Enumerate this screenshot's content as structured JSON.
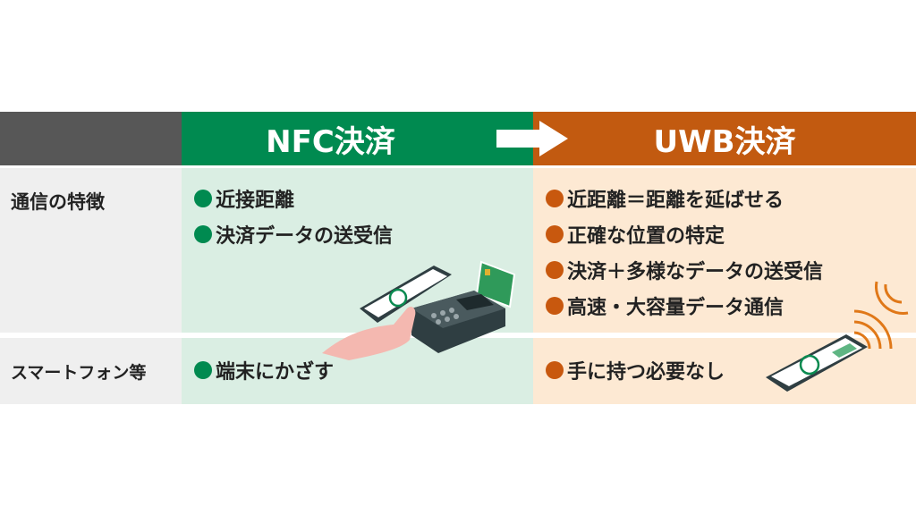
{
  "header": {
    "nfc": "NFC決済",
    "uwb": "UWB決済",
    "arrow_icon": "right-arrow"
  },
  "rows": [
    {
      "label": "通信の特徴",
      "nfc": [
        "近接距離",
        "決済データの送受信"
      ],
      "uwb": [
        "近距離＝距離を延ばせる",
        "正確な位置の特定",
        "決済＋多様なデータの送受信",
        "高速・大容量データ通信"
      ]
    },
    {
      "label": "スマートフォン等",
      "nfc": [
        "端末にかざす"
      ],
      "uwb": [
        "手に持つ必要なし"
      ]
    }
  ],
  "colors": {
    "green": "#008a50",
    "orange": "#c25a10",
    "gray": "#575757",
    "green_bg": "#daeee3",
    "orange_bg": "#fde9d3",
    "label_bg": "#efefef"
  }
}
